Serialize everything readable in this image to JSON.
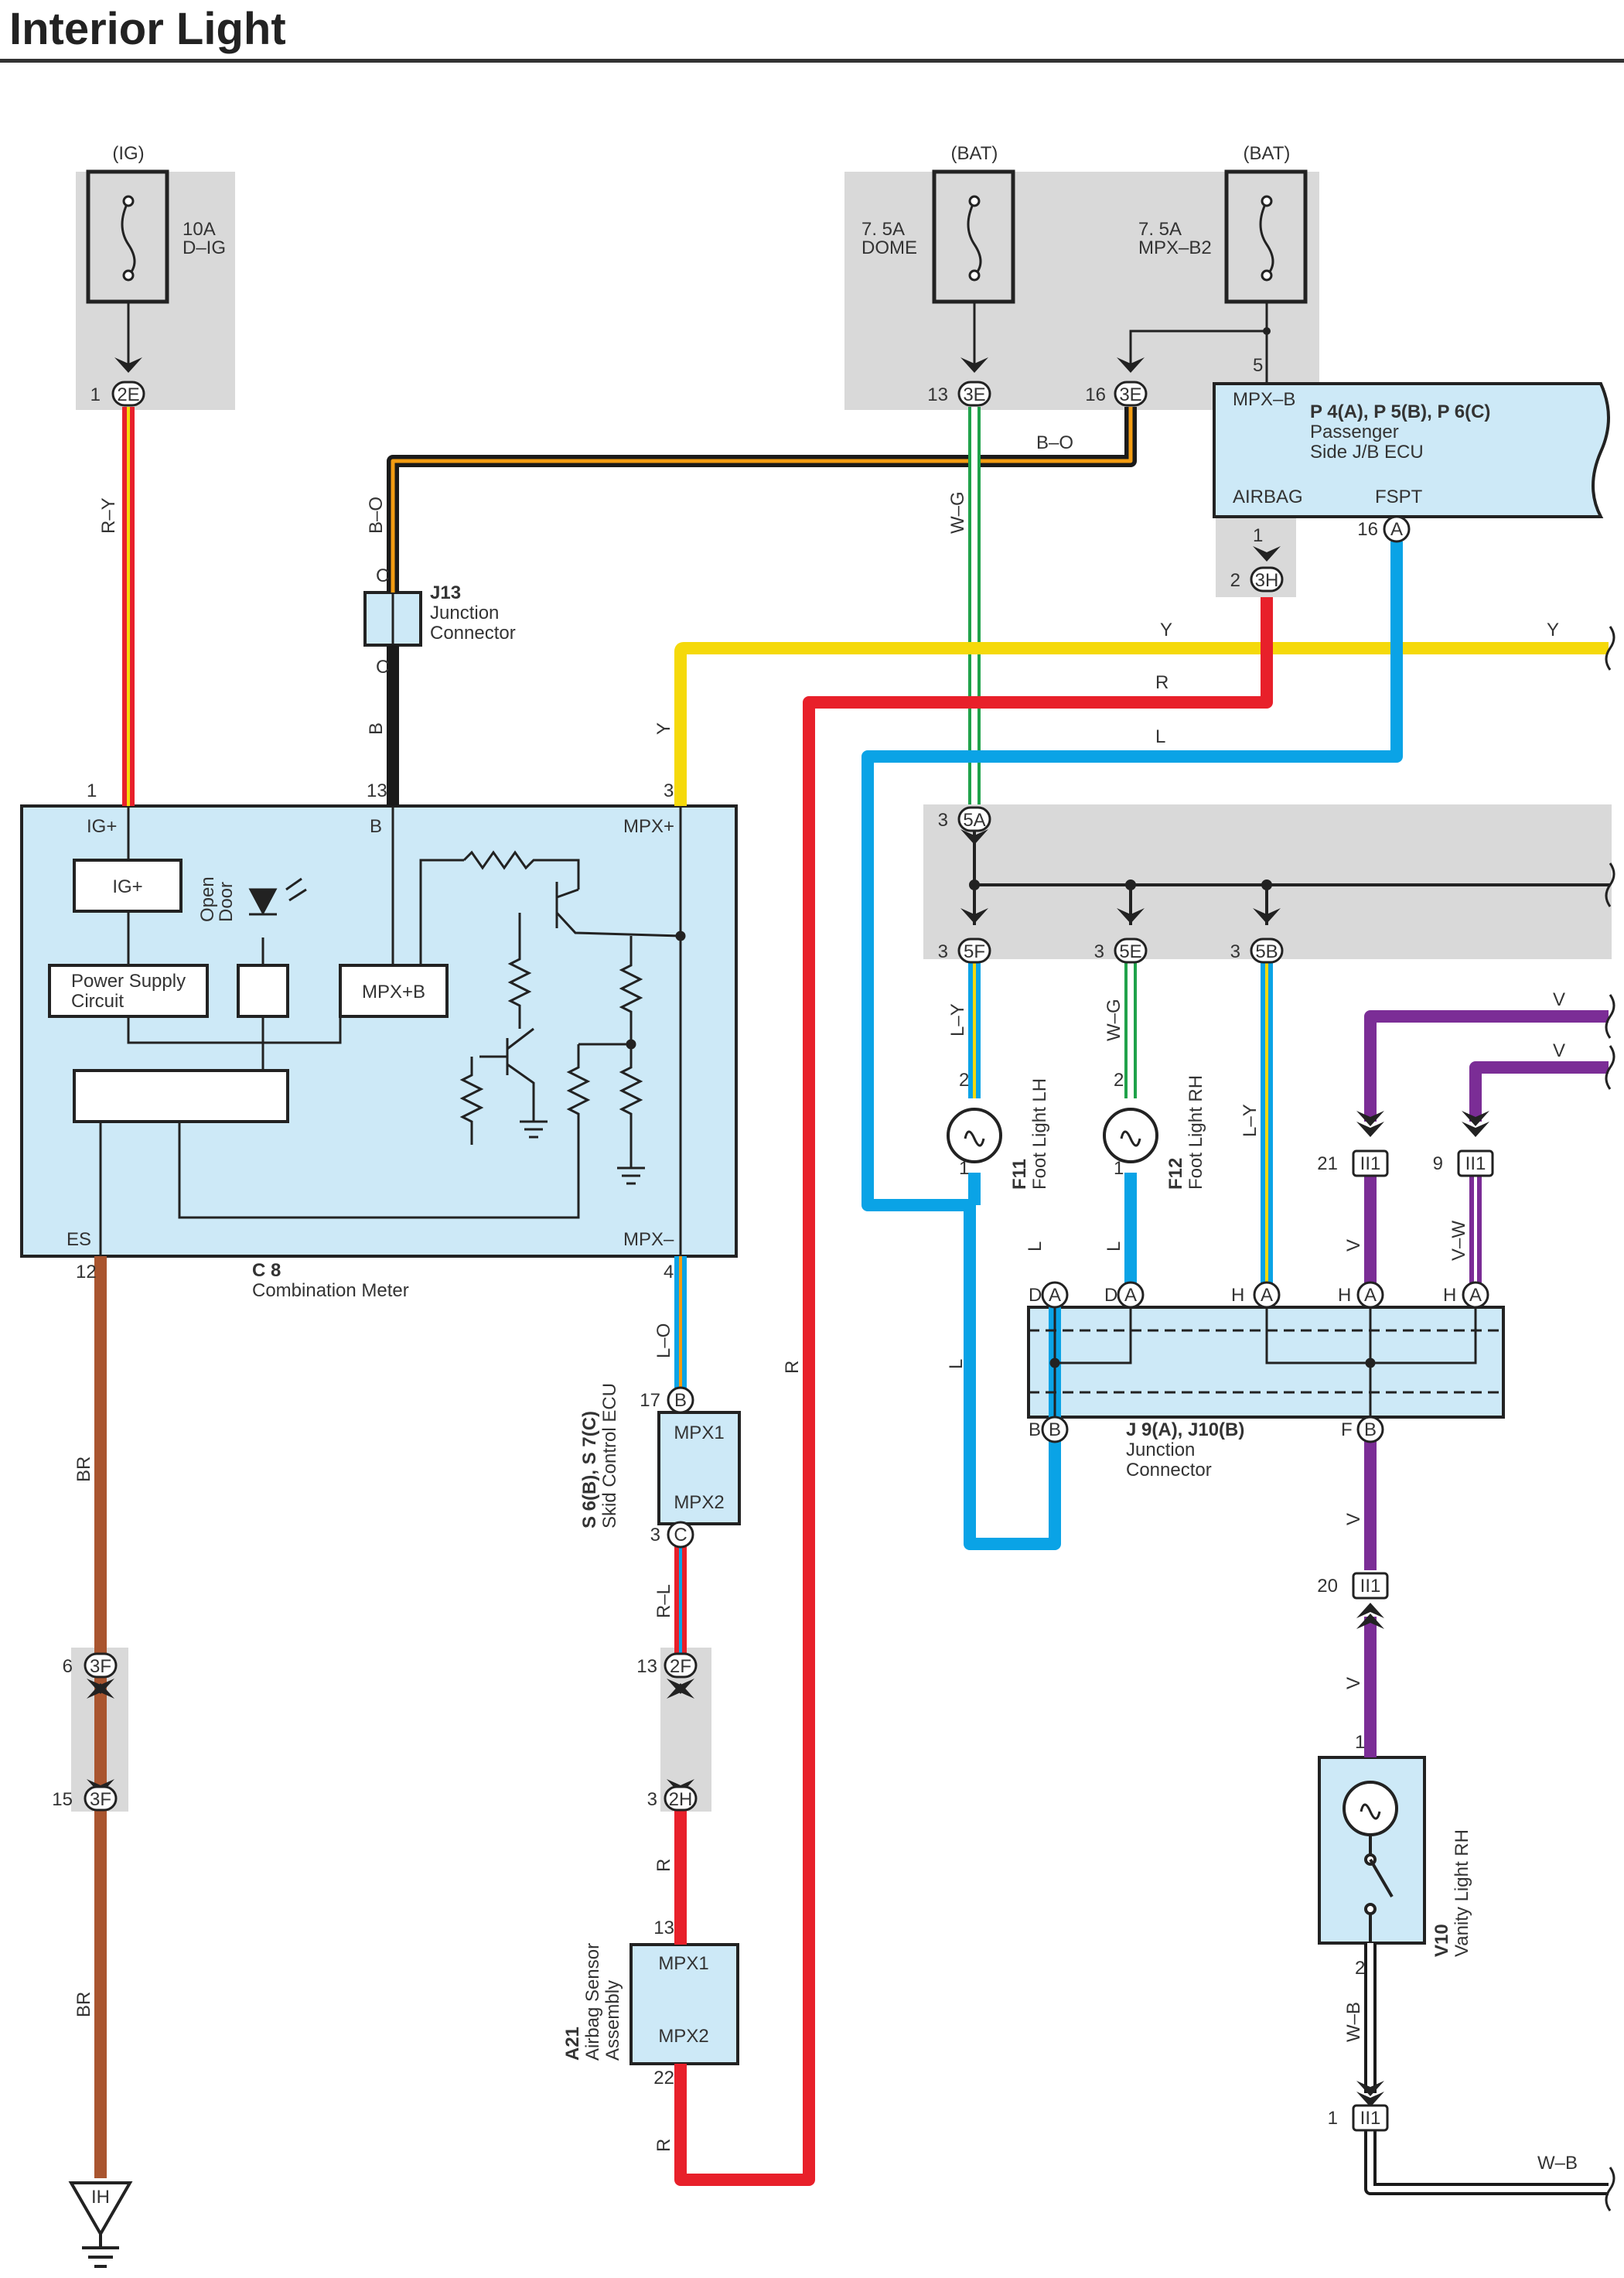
{
  "title": "Interior Light",
  "colors": {
    "R": "#e8202a",
    "Y": "#f5d90a",
    "L": "#0aa3e6",
    "W": "#ffffff",
    "G": "#1fa24a",
    "O": "#f39c12",
    "B": "#1a1a1a",
    "BR": "#a9552f",
    "V": "#7b2d96",
    "box": "#cde9f7",
    "shade": "#d9d9d9"
  },
  "fuses": {
    "dig": {
      "source": "(IG)",
      "amp": "10A",
      "name": "D–IG",
      "pin": "1",
      "conn": "2E"
    },
    "dome": {
      "source": "(BAT)",
      "amp": "7. 5A",
      "name": "DOME",
      "pin": "13",
      "conn": "3E"
    },
    "mpxb2": {
      "source": "(BAT)",
      "amp": "7. 5A",
      "name": "MPX–B2",
      "pin": "16",
      "conn": "3E",
      "pin_out": "5"
    }
  },
  "jb_ecu": {
    "title": "P 4(A), P 5(B), P 6(C)",
    "name1": "Passenger",
    "name2": "Side J/B ECU",
    "mpxb": "MPX–B",
    "airbag": "AIRBAG",
    "fspt": "FSPT",
    "pin_airbag": "1",
    "pin_fspt": "16",
    "fspt_conn": "A",
    "pin_3h": "2",
    "conn_3h": "3H"
  },
  "j13": {
    "code": "J13",
    "name1": "Junction",
    "name2": "Connector",
    "pin_top": "C",
    "pin_bottom": "C"
  },
  "meter": {
    "code": "C 8",
    "name": "Combination Meter",
    "igp": "IG+",
    "b": "B",
    "mpxp": "MPX+",
    "es": "ES",
    "mpxm": "MPX–",
    "igp_inner": "IG+",
    "psc1": "Power Supply",
    "psc2": "Circuit",
    "mpxb": "MPX+B",
    "open": "Open",
    "door": "Door",
    "pin_igp": "1",
    "pin_b": "13",
    "pin_mpxp": "3",
    "pin_es": "12",
    "pin_mpxm": "4"
  },
  "wires": {
    "ry": "R–Y",
    "bo1": "B–O",
    "bo2": "B–O",
    "b": "B",
    "y1": "Y",
    "y2": "Y",
    "y3": "Y",
    "wg1": "W–G",
    "r1": "R",
    "l1": "L",
    "br1": "BR",
    "br2": "BR",
    "lo": "L–O",
    "rl": "R–L",
    "r2": "R",
    "r3": "R",
    "r4": "R",
    "ly1": "L–Y",
    "wg2": "W–G",
    "ly2": "L–Y",
    "l2": "L",
    "l3": "L",
    "l4": "L",
    "v1": "V",
    "v2": "V",
    "v3": "V",
    "vw": "V–W",
    "v4": "V",
    "v5": "V",
    "wb1": "W–B",
    "wb2": "W–B"
  },
  "joint5": {
    "c5a": "5A",
    "c5f": "5F",
    "c5e": "5E",
    "c5b": "5B",
    "p5a": "3",
    "p5f": "3",
    "p5e": "3",
    "p5b": "3"
  },
  "lamps": {
    "f11": {
      "code": "F11",
      "name": "Foot Light LH",
      "pin_top": "2",
      "pin_bottom": "1"
    },
    "f12": {
      "code": "F12",
      "name": "Foot Light RH",
      "pin_top": "2",
      "pin_bottom": "1"
    },
    "v10": {
      "code": "V10",
      "name": "Vanity Light RH",
      "pin_top": "1",
      "pin_bottom": "2"
    }
  },
  "ii1": {
    "a_pin": "21",
    "b_pin": "9",
    "c_pin": "20",
    "d_pin": "1",
    "label": "II1"
  },
  "j9": {
    "code": "J 9(A), J10(B)",
    "name1": "Junction",
    "name2": "Connector",
    "pins_top": [
      "D",
      "D",
      "H",
      "H",
      "H"
    ],
    "conn_top": [
      "A",
      "A",
      "A",
      "A",
      "A"
    ],
    "pin_b": "B",
    "pin_f": "F",
    "conn_b": "B"
  },
  "skid": {
    "code": "S 6(B), S 7(C)",
    "name": "Skid Control ECU",
    "mpx1": "MPX1",
    "mpx2": "MPX2",
    "pin17": "17",
    "conn_b": "B",
    "pin3": "3",
    "conn_c": "C"
  },
  "airbag": {
    "code": "A21",
    "name1": "Airbag Sensor",
    "name2": "Assembly",
    "mpx1": "MPX1",
    "mpx2": "MPX2",
    "pin13": "13",
    "pin22": "22"
  },
  "inline": {
    "a_top_pin": "6",
    "a_top": "3F",
    "a_bot_pin": "15",
    "a_bot": "3F",
    "b_top_pin": "13",
    "b_top": "2F",
    "b_bot_pin": "3",
    "b_bot": "2H"
  },
  "ground": {
    "label": "IH"
  }
}
